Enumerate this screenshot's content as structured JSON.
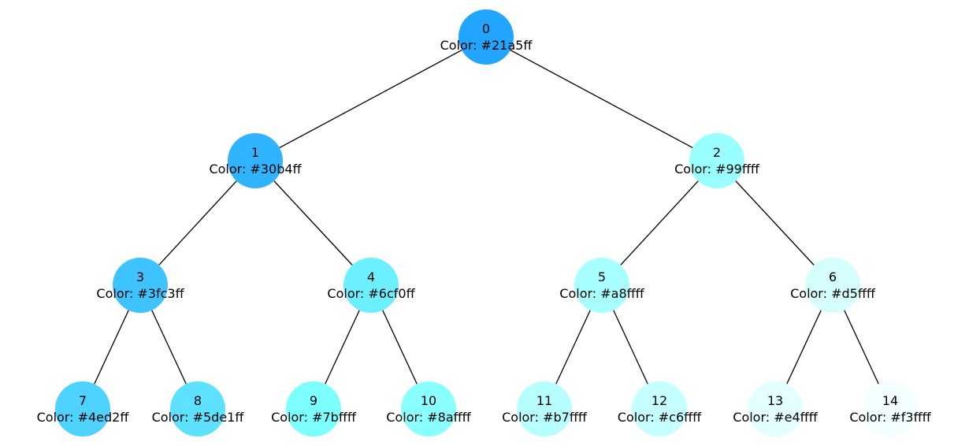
{
  "tree": {
    "nodes": [
      {
        "id": "0",
        "color_label": "Color: #21a5ff",
        "fill": "#21a5ff"
      },
      {
        "id": "1",
        "color_label": "Color: #30b4ff",
        "fill": "#30b4ff"
      },
      {
        "id": "2",
        "color_label": "Color: #99ffff",
        "fill": "#99ffff"
      },
      {
        "id": "3",
        "color_label": "Color: #3fc3ff",
        "fill": "#3fc3ff"
      },
      {
        "id": "4",
        "color_label": "Color: #6cf0ff",
        "fill": "#6cf0ff"
      },
      {
        "id": "5",
        "color_label": "Color: #a8ffff",
        "fill": "#a8ffff"
      },
      {
        "id": "6",
        "color_label": "Color: #d5ffff",
        "fill": "#d5ffff"
      },
      {
        "id": "7",
        "color_label": "Color: #4ed2ff",
        "fill": "#4ed2ff"
      },
      {
        "id": "8",
        "color_label": "Color: #5de1ff",
        "fill": "#5de1ff"
      },
      {
        "id": "9",
        "color_label": "Color: #7bffff",
        "fill": "#7bffff"
      },
      {
        "id": "10",
        "color_label": "Color: #8affff",
        "fill": "#8affff"
      },
      {
        "id": "11",
        "color_label": "Color: #b7ffff",
        "fill": "#b7ffff"
      },
      {
        "id": "12",
        "color_label": "Color: #c6ffff",
        "fill": "#c6ffff"
      },
      {
        "id": "13",
        "color_label": "Color: #e4ffff",
        "fill": "#e4ffff"
      },
      {
        "id": "14",
        "color_label": "Color: #f3ffff",
        "fill": "#f3ffff"
      }
    ],
    "edges": [
      [
        "0",
        "1"
      ],
      [
        "0",
        "2"
      ],
      [
        "1",
        "3"
      ],
      [
        "1",
        "4"
      ],
      [
        "2",
        "5"
      ],
      [
        "2",
        "6"
      ],
      [
        "3",
        "7"
      ],
      [
        "3",
        "8"
      ],
      [
        "4",
        "9"
      ],
      [
        "4",
        "10"
      ],
      [
        "5",
        "11"
      ],
      [
        "5",
        "12"
      ],
      [
        "6",
        "13"
      ],
      [
        "6",
        "14"
      ]
    ]
  }
}
